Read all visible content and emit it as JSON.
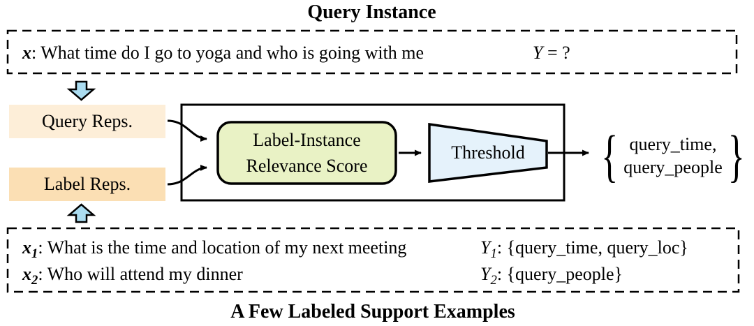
{
  "header": {
    "title": "Query Instance"
  },
  "query_box": {
    "x_var": "x",
    "x_text": ": What time do I go to yoga and who is going with me",
    "y_var": "Y",
    "y_text": " = ?"
  },
  "reps": {
    "query": "Query Reps.",
    "label": "Label Reps."
  },
  "model": {
    "scorer_line1": "Label-Instance",
    "scorer_line2": "Relevance Score",
    "threshold": "Threshold"
  },
  "output": {
    "brace_left": "{",
    "line1": "query_time,",
    "line2": "query_people",
    "brace_right": "}"
  },
  "support": {
    "title": "A Few Labeled Support Examples",
    "examples": [
      {
        "x_var": "x",
        "x_sub": "1",
        "x_text": ": What is the time and location of my next meeting",
        "y_var": "Y",
        "y_sub": "1",
        "y_text": ": {query_time, query_loc}"
      },
      {
        "x_var": "x",
        "x_sub": "2",
        "x_text": ": Who will attend my dinner",
        "y_var": "Y",
        "y_sub": "2",
        "y_text": ": {query_people}"
      }
    ]
  },
  "colors": {
    "query_reps_bg": "#fdeed8",
    "label_reps_bg": "#fbdfb4",
    "scorer_bg": "#e9f2c5",
    "threshold_bg": "#e5f2fb",
    "block_arrow_bg": "#abdcf0",
    "line_color": "#000000"
  }
}
